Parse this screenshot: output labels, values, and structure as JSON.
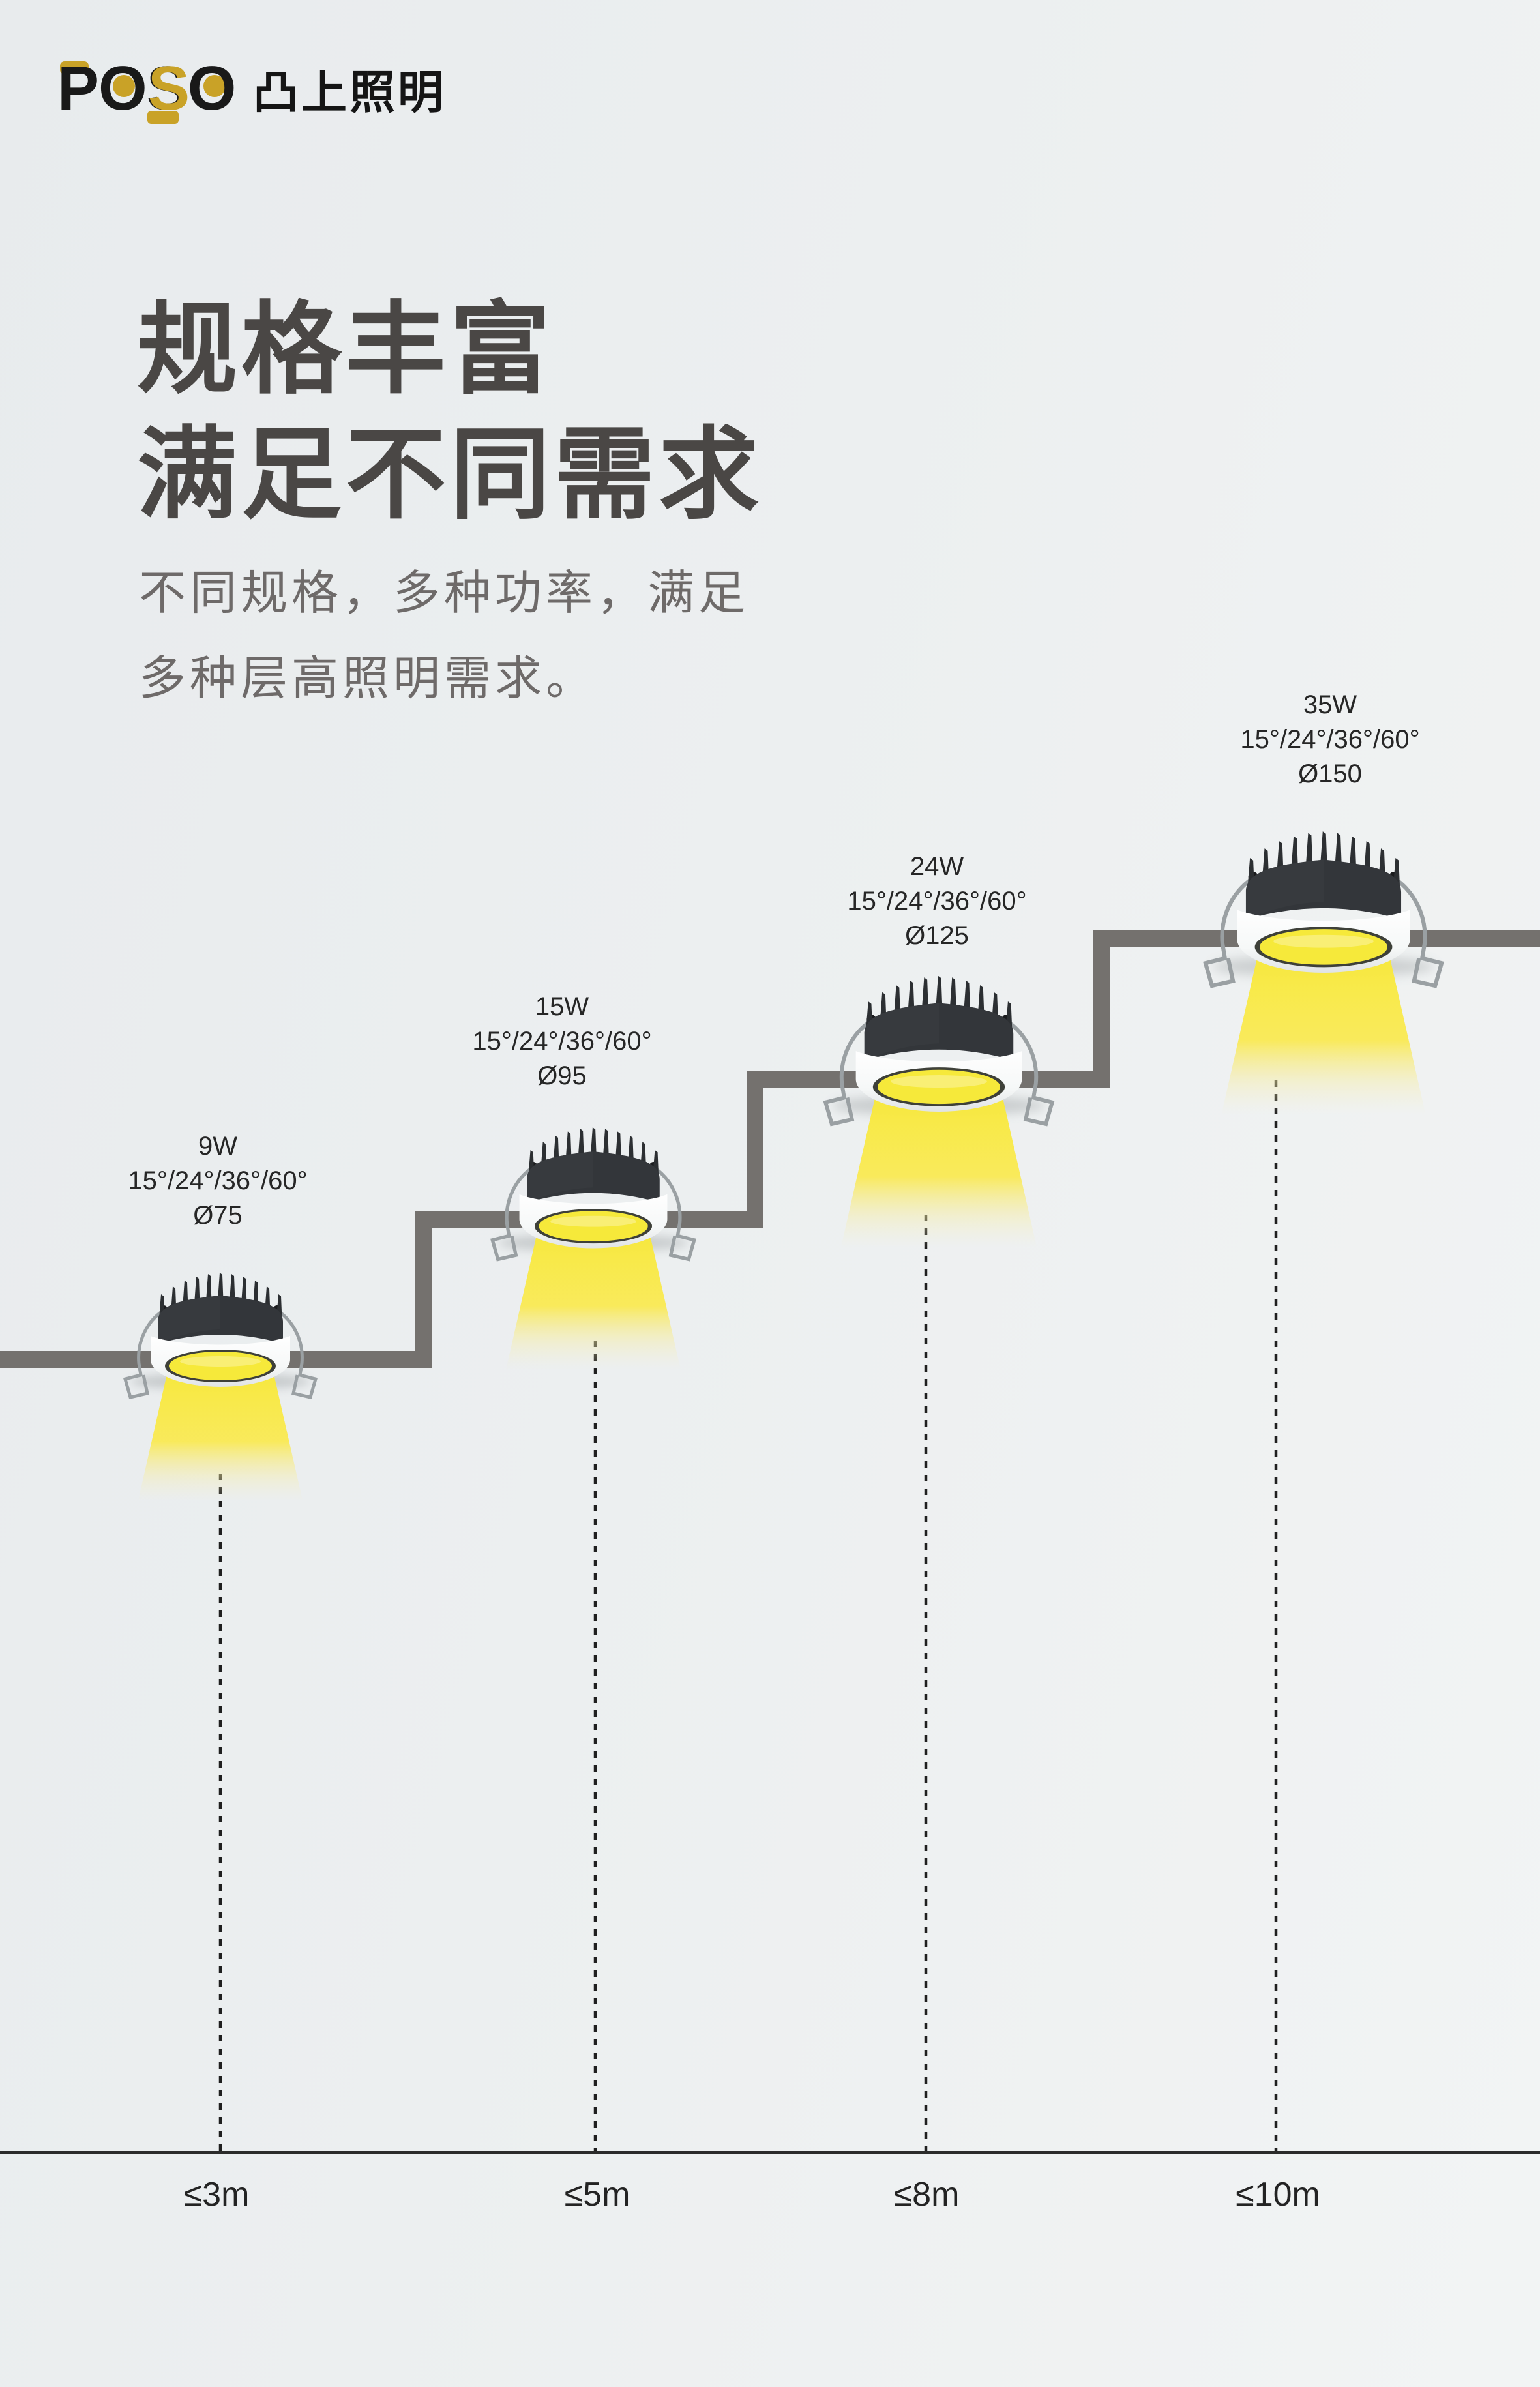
{
  "brand": {
    "logo": "POSO",
    "logo_accent_letter": "S",
    "logo_cn": "凸上照明"
  },
  "headline": {
    "line1": "规格丰富",
    "line2": "满足不同需求"
  },
  "subtitle": {
    "line1": "不同规格，多种功率，满足",
    "line2": "多种层高照明需求。"
  },
  "lights": [
    {
      "power": "9W",
      "beam_angles": "15°/24°/36°/60°",
      "cutout": "Ø75",
      "max_height": "≤3m"
    },
    {
      "power": "15W",
      "beam_angles": "15°/24°/36°/60°",
      "cutout": "Ø95",
      "max_height": "≤5m"
    },
    {
      "power": "24W",
      "beam_angles": "15°/24°/36°/60°",
      "cutout": "Ø125",
      "max_height": "≤8m"
    },
    {
      "power": "35W",
      "beam_angles": "15°/24°/36°/60°",
      "cutout": "Ø150",
      "max_height": "≤10m"
    }
  ],
  "colors": {
    "accent_yellow": "#c9a227",
    "stair_gray": "#74716e",
    "baseline_dark": "#2b2b2b",
    "dash_dark": "#1f1f1f",
    "beam_yellow": "#f7e93c",
    "aperture_yellow": "#f6e93a",
    "heatsink_dark": "#33363a",
    "trim_white": "#ffffff",
    "heading_text": "#4a4745",
    "subtitle_text": "#6e6a69",
    "label_text": "#262626",
    "background_start": "#e8ebed",
    "background_end": "#f2f4f4"
  }
}
